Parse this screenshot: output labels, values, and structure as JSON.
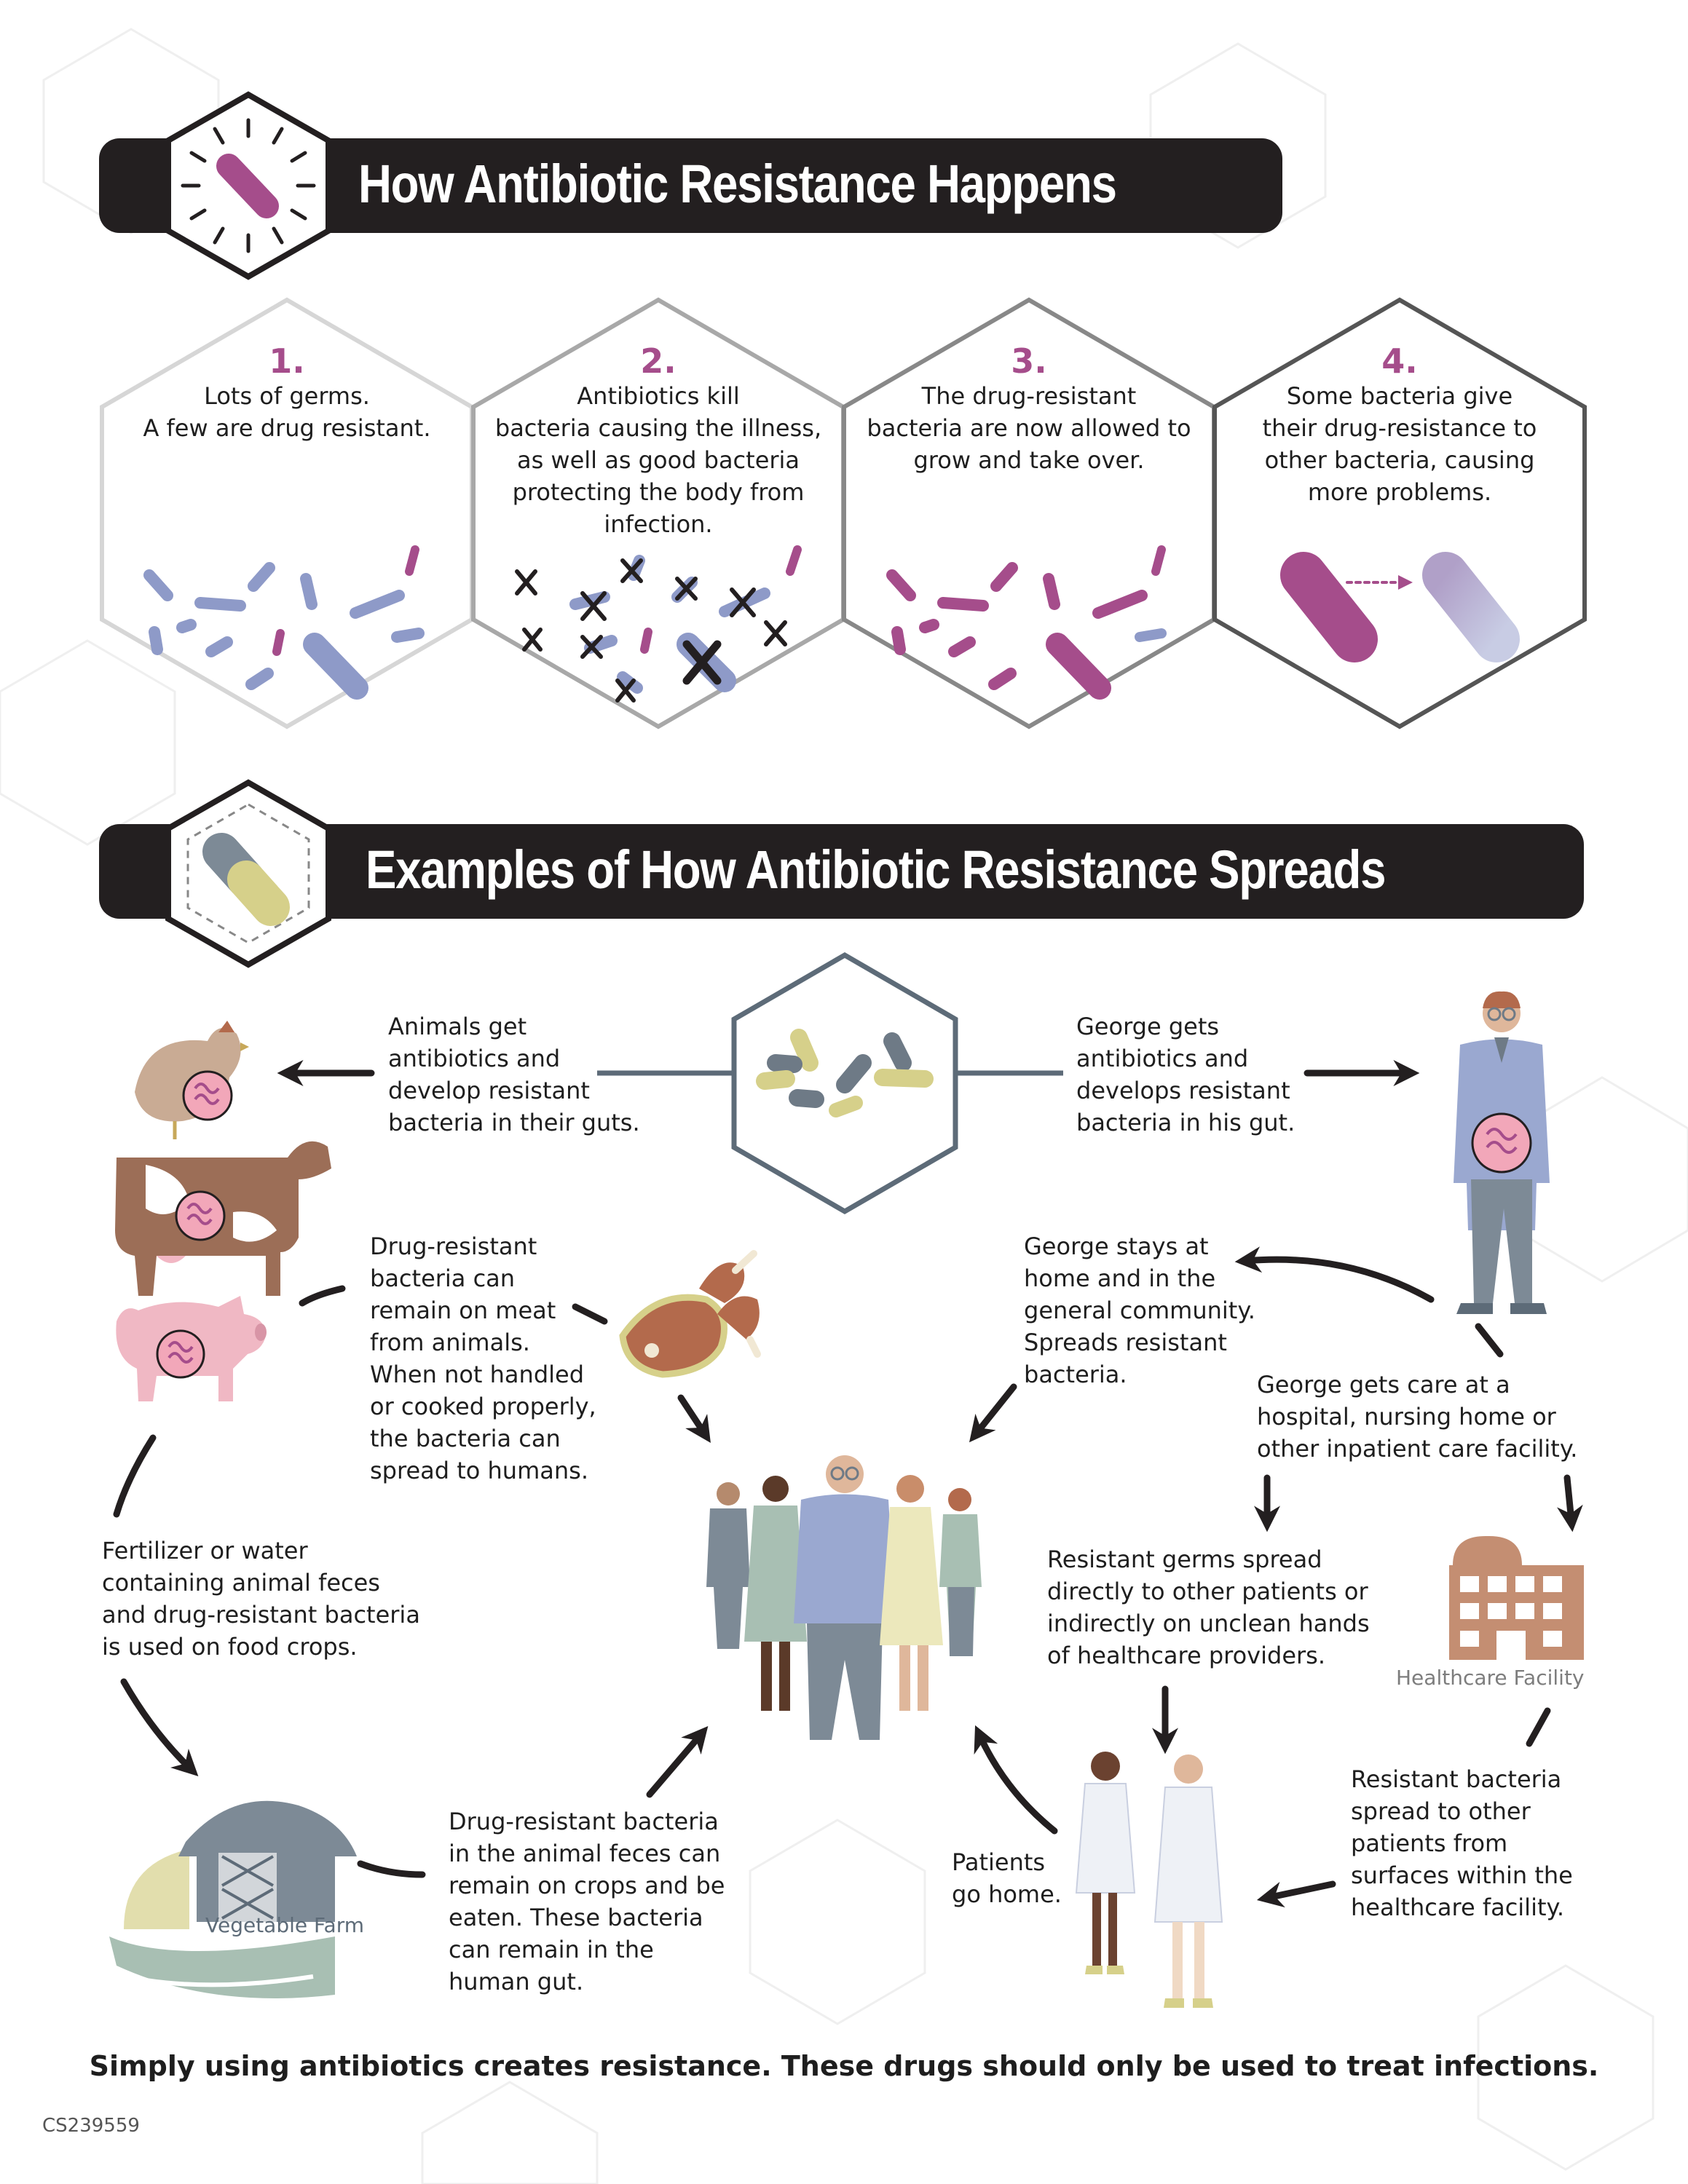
{
  "header1": {
    "title": "How Antibiotic Resistance Happens",
    "icon": "bacterium-clock-icon"
  },
  "steps": [
    {
      "number": "1.",
      "text": "Lots of germs.\nA few are drug resistant."
    },
    {
      "number": "2.",
      "text": "Antibiotics kill\nbacteria causing the illness,\nas well as good bacteria\nprotecting the body from\ninfection."
    },
    {
      "number": "3.",
      "text": "The drug-resistant\nbacteria are now allowed to\ngrow and take over."
    },
    {
      "number": "4.",
      "text": "Some bacteria give\ntheir drug-resistance to\nother bacteria, causing\nmore problems."
    }
  ],
  "header2": {
    "title": "Examples of How Antibiotic Resistance Spreads",
    "icon": "pill-capsule-icon"
  },
  "spread": {
    "animals_get": "Animals get\nantibiotics and\ndevelop resistant\nbacteria in their guts.",
    "george_gets": "George gets\nantibiotics and\ndevelops resistant\nbacteria in his gut.",
    "meat": "Drug-resistant\nbacteria can\nremain on meat\nfrom animals.\nWhen not handled\nor cooked properly,\nthe bacteria can\nspread to humans.",
    "george_home": "George stays at\nhome and in the\ngeneral community.\nSpreads resistant\nbacteria.",
    "george_care": "George gets care at a\nhospital, nursing home or\nother inpatient care facility.",
    "fertilizer": "Fertilizer or water\ncontaining animal feces\nand drug-resistant bacteria\nis used on food crops.",
    "resistant_germs": "Resistant germs spread\ndirectly to other patients or\nindirectly on unclean hands\nof healthcare providers.",
    "crops": "Drug-resistant bacteria\nin the animal feces can\nremain on crops and be\neaten. These bacteria\ncan remain in the\nhuman gut.",
    "patients_home": "Patients\ngo home.",
    "surfaces": "Resistant bacteria\nspread to other\npatients from\nsurfaces within the\nhealthcare facility.",
    "healthcare_label": "Healthcare Facility",
    "farm_label": "Vegetable Farm"
  },
  "footer": "Simply using antibiotics creates resistance.  These drugs should only be used to treat infections.",
  "code": "CS239559",
  "colors": {
    "banner": "#231f20",
    "accent": "#a54d8b",
    "bacteria_blue": "#8e9ac8",
    "slate": "#5d6b78"
  }
}
